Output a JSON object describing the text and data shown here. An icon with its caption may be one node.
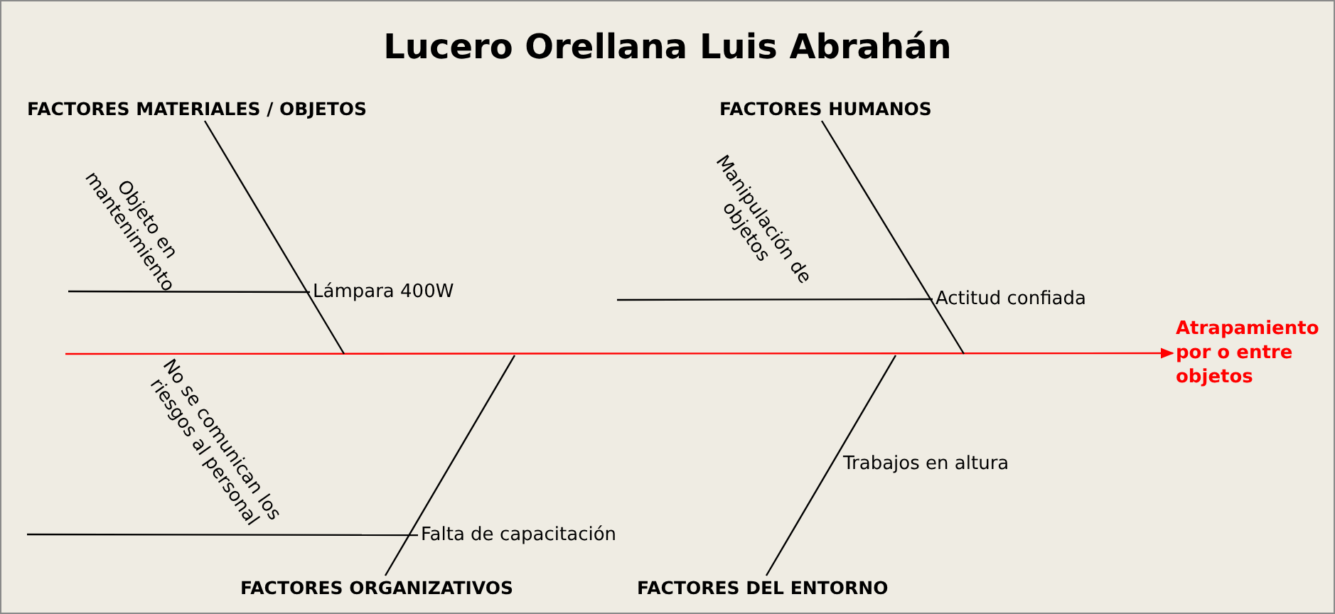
{
  "diagram": {
    "title": "Lucero Orellana Luis Abrahán",
    "nodes": [
      {
        "text": [
          "FACTORES MATERIALES / OBJETOS"
        ]
      },
      {
        "text": [
          "Lámpara 400W"
        ]
      },
      {
        "text": [
          "FACTORES HUMANOS"
        ]
      },
      {
        "text": [
          "Actitud confiada"
        ]
      },
      {
        "text": [
          "Atrapamiento por o entre objetos"
        ]
      },
      {
        "text": [
          "FACTORES ORGANIZATIVOS"
        ]
      },
      {
        "text": [
          "Falta de capacitación"
        ]
      },
      {
        "text": [
          "FACTORES DEL ENTORNO"
        ]
      },
      {
        "text": [
          "Trabajos en altura"
        ]
      }
    ],
    "edges": [
      {
        "from": null,
        "to": 4,
        "arrow": "to",
        "color": "#ff0000"
      },
      {
        "from": 0,
        "to": null,
        "arrow": "none"
      },
      {
        "from": 2,
        "to": null,
        "arrow": "none"
      },
      {
        "from": 5,
        "to": null,
        "arrow": "none"
      },
      {
        "from": 7,
        "to": null,
        "arrow": "none"
      },
      {
        "from": null,
        "to": 1,
        "arrow": "none"
      },
      {
        "from": null,
        "to": 3,
        "arrow": "none"
      },
      {
        "from": null,
        "to": 6,
        "arrow": "none"
      }
    ],
    "labels": [
      "Objeto en mantenimiento",
      "Manipulación de objetos",
      "No se comunican los riesgos al personal"
    ]
  }
}
